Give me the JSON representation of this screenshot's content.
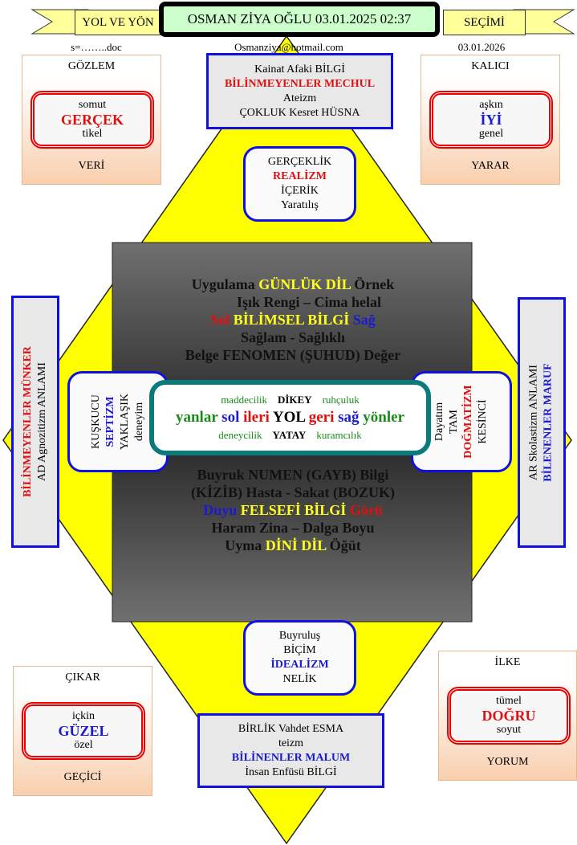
{
  "banner": {
    "left": "YOL VE YÖN",
    "title": "OSMAN ZİYA OĞLU  03.01.2025 02:37",
    "right": "SEÇİMİ"
  },
  "subline": {
    "left": "s=……..doc",
    "center": "Osmanziya@hotmail.com",
    "right": "03.01.2026"
  },
  "corners": {
    "top_left": {
      "top": "GÖZLEM",
      "a": "somut",
      "b": "GERÇEK",
      "c": "tikel",
      "bottom": "VERİ"
    },
    "top_right": {
      "top": "KALICI",
      "a": "aşkın",
      "b": "İYİ",
      "c": "genel",
      "bottom": "YARAR"
    },
    "bottom_left": {
      "top": "ÇIKAR",
      "a": "içkin",
      "b": "GÜZEL",
      "c": "özel",
      "bottom": "GEÇİCİ"
    },
    "bottom_right": {
      "top": "İLKE",
      "a": "tümel",
      "b": "DOĞRU",
      "c": "soyut",
      "bottom": "YORUM"
    }
  },
  "top_box": {
    "l1": "Kainat Afaki BİLGİ",
    "l2": "BİLİNMEYENLER MECHUL",
    "l3": "Ateizm",
    "l4": "ÇOKLUK Kesret HÜSNA"
  },
  "realizm": {
    "l1": "GERÇEKLİK",
    "l2": "REALİZM",
    "l3": "İÇERİK",
    "l4": "Yaratılış"
  },
  "idealizm": {
    "l1": "Buyruluş",
    "l2": "BİÇİM",
    "l3": "İDEALİZM",
    "l4": "NELİK"
  },
  "bottom_box": {
    "l1": "BİRLİK  Vahdet ESMA",
    "l2": "teizm",
    "l3": "BİLİNENLER MALUM",
    "l4": "İnsan Enfüsü BİLGİ"
  },
  "left_side": {
    "l1": "BİLİNMEYENLER MÜNKER",
    "l2": "AD Agnozitizm ANLAMI"
  },
  "right_side": {
    "l1": "AR  Skolastizm ANLAMI",
    "l2": "BİLENENLER  MARUF"
  },
  "left_inner": {
    "l1": "KUŞKUCU",
    "l2": "SEPTİZM",
    "l3": "YAKLAŞIK",
    "l4": "deneyim"
  },
  "right_inner": {
    "l1": "Dayatım",
    "l2": "TAM",
    "l3": "DOĞMATİZM",
    "l4": "KESİNCİ"
  },
  "upper": {
    "r1a": "Uygulama",
    "r1b": "GÜNLÜK DİL",
    "r1c": "Örnek",
    "r2": "Işık Rengi – Cima helal",
    "r3a": "Sol",
    "r3b": "BİLİMSEL BİLGİ",
    "r3c": "Sağ",
    "r4": "Sağlam - Sağlıklı",
    "r5": "Belge FENOMEN (ŞUHUD) Değer"
  },
  "lower": {
    "r1": "Buyruk NUMEN (GAYB) Bilgi",
    "r2": "(KİZİB) Hasta  - Sakat (BOZUK)",
    "r3a": "Duyu",
    "r3b": "FELSEFİ BİLGİ",
    "r3c": "Görü",
    "r4": "Haram Zina – Dalga Boyu",
    "r5a": "Uyma",
    "r5b": "DİNİ DİL",
    "r5c": "Öğüt"
  },
  "center": {
    "t1": "maddecilik",
    "t2": "DİKEY",
    "t3": "ruhçuluk",
    "m1": "yanlar",
    "m2": "sol",
    "m3": "ileri",
    "m4": "YOL",
    "m5": "geri",
    "m6": "sağ",
    "m7": "yönler",
    "b1": "deneycilik",
    "b2": "YATAY",
    "b3": "kuramcılık"
  }
}
